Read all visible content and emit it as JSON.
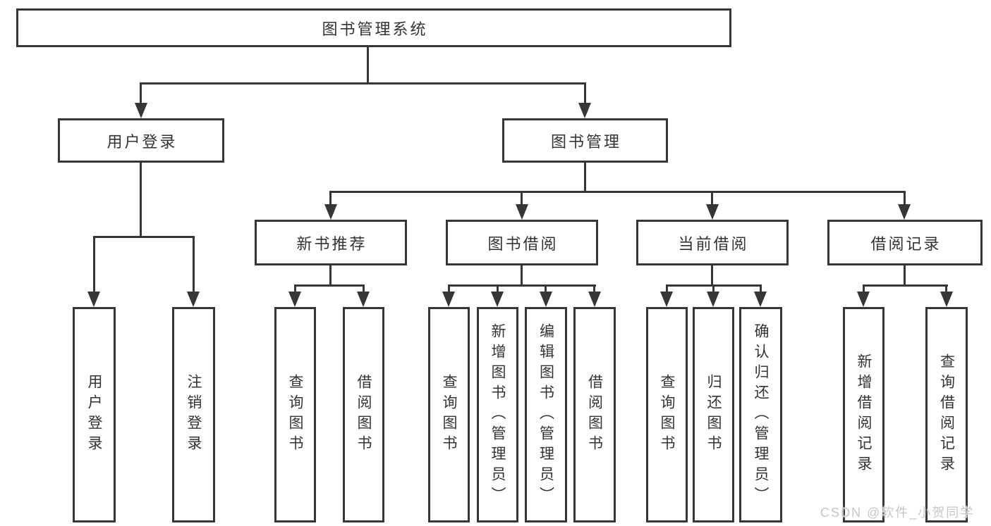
{
  "colors": {
    "line": "#363636",
    "text": "#333333",
    "background": "#ffffff",
    "watermark": "#c3c7cb"
  },
  "tree": {
    "root": {
      "label": "图书管理系统"
    },
    "branches": [
      {
        "label": "用户登录",
        "children": [
          {
            "label": "用户登录"
          },
          {
            "label": "注销登录"
          }
        ]
      },
      {
        "label": "图书管理",
        "children": [
          {
            "label": "新书推荐",
            "children": [
              {
                "label": "查询图书"
              },
              {
                "label": "借阅图书"
              }
            ]
          },
          {
            "label": "图书借阅",
            "children": [
              {
                "label": "查询图书"
              },
              {
                "label": "新增图书（管理员）"
              },
              {
                "label": "编辑图书（管理员）"
              },
              {
                "label": "借阅图书"
              }
            ]
          },
          {
            "label": "当前借阅",
            "children": [
              {
                "label": "查询图书"
              },
              {
                "label": "归还图书"
              },
              {
                "label": "确认归还（管理员）"
              }
            ]
          },
          {
            "label": "借阅记录",
            "children": [
              {
                "label": "新增借阅记录"
              },
              {
                "label": "查询借阅记录"
              }
            ]
          }
        ]
      }
    ]
  },
  "watermark": {
    "text": "CSDN @软件_小贺同学"
  }
}
